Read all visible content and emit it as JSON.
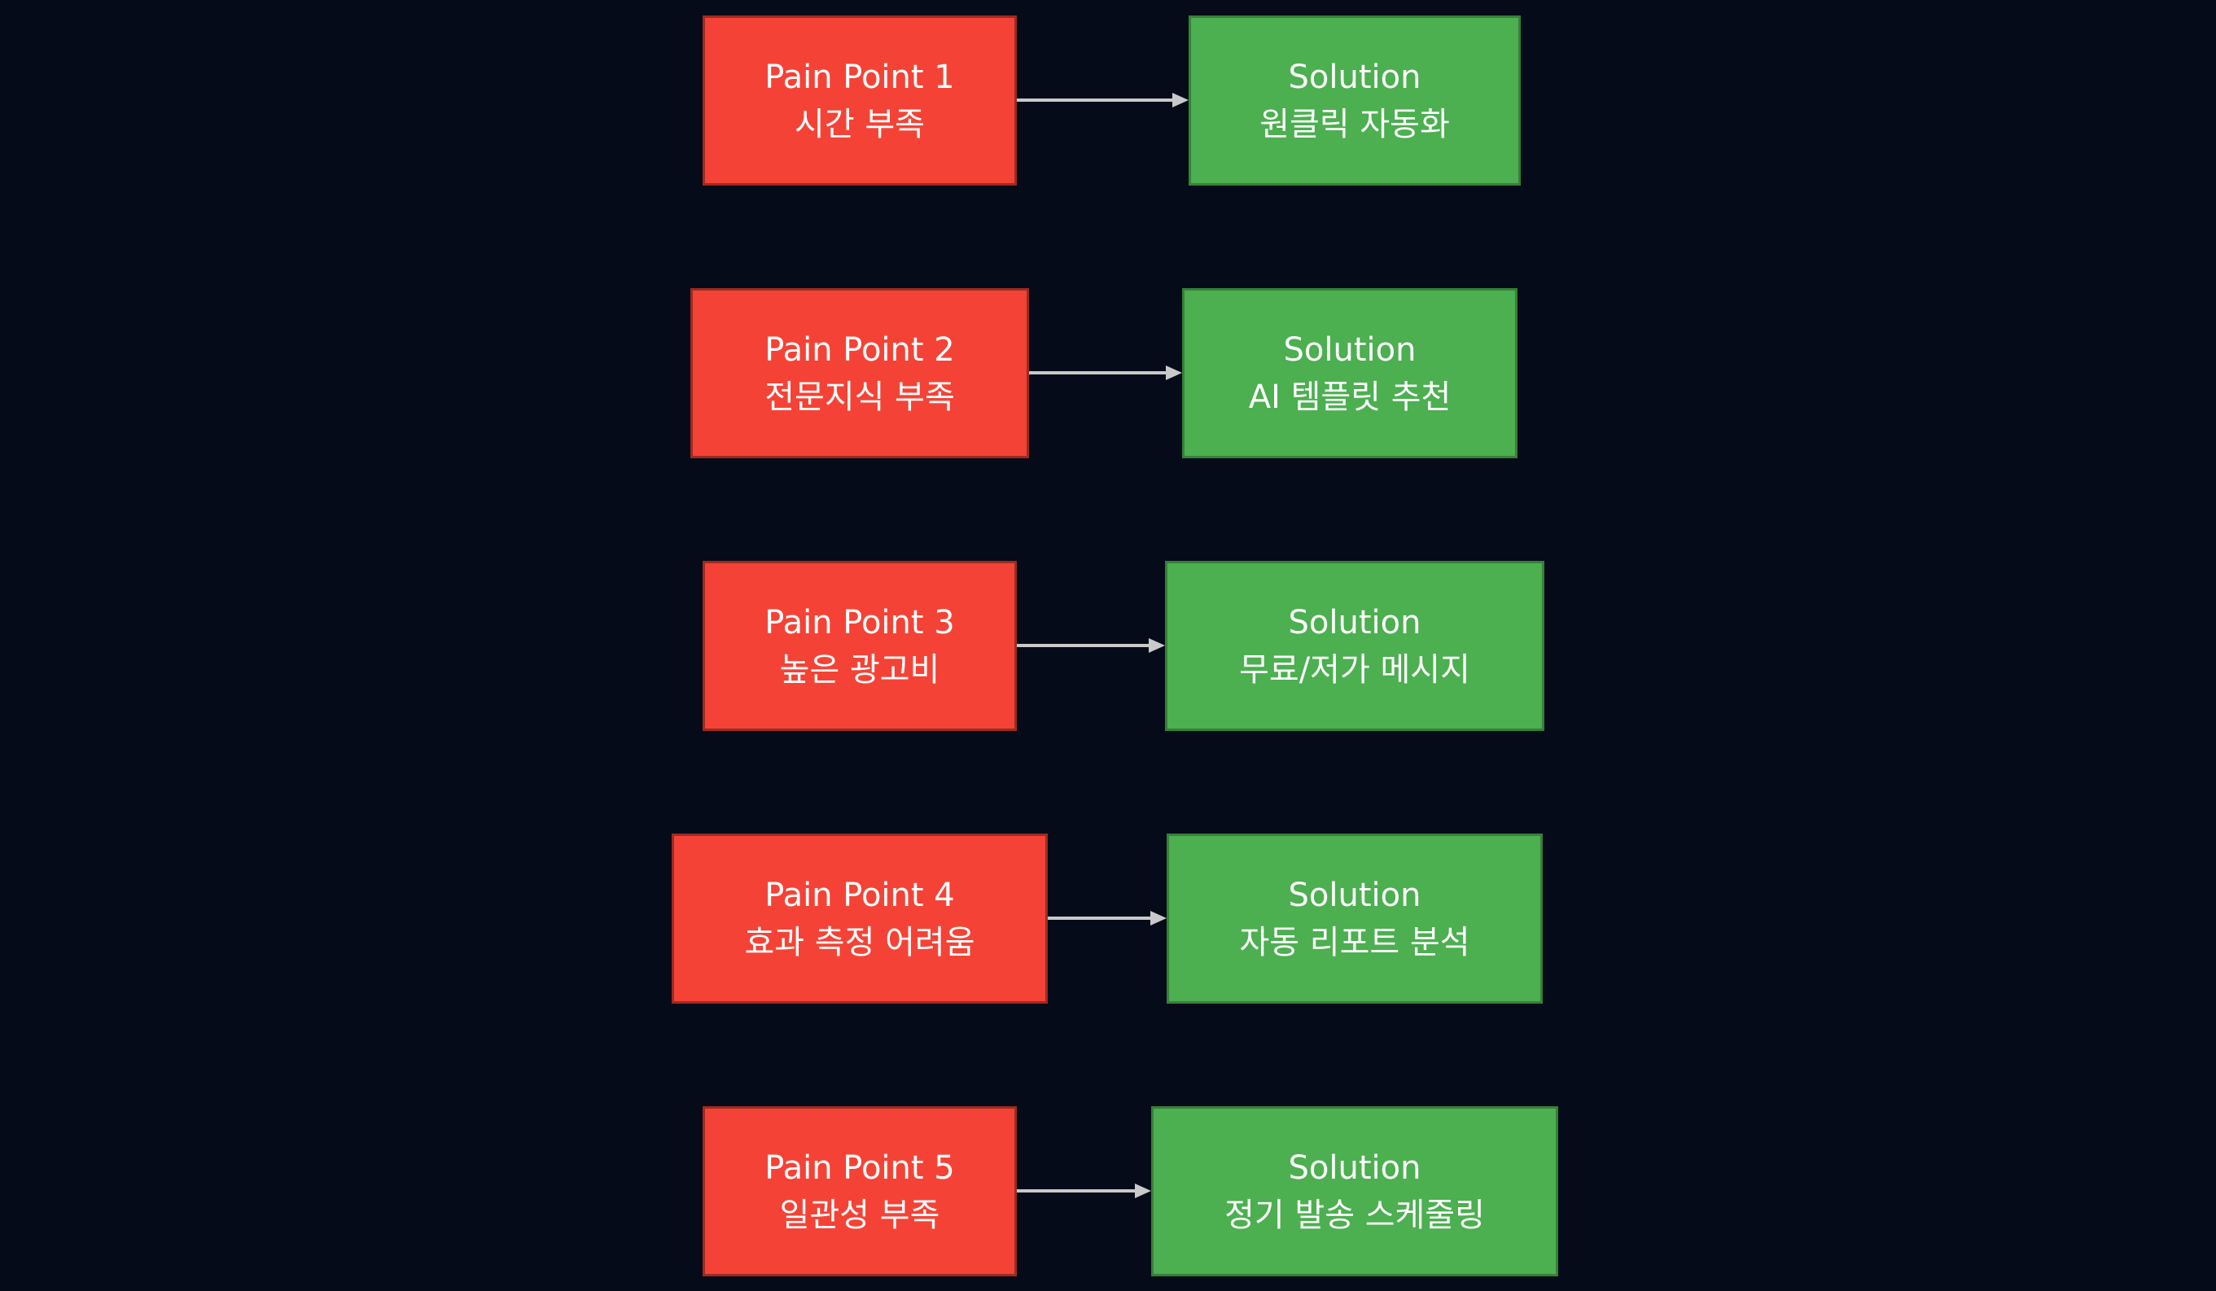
{
  "diagram": {
    "type": "pain-point-to-solution-flowchart",
    "theme": {
      "background": "#050b18",
      "pain_fill": "#f44336",
      "pain_border": "#9e2a21",
      "solution_fill": "#4caf50",
      "solution_border": "#36803a",
      "arrow_color": "#c9c9cb",
      "text_color": "#ffffff"
    },
    "rows": [
      {
        "pain": {
          "title": "Pain Point 1",
          "subtitle": "시간 부족"
        },
        "solution": {
          "title": "Solution",
          "subtitle": "원클릭 자동화"
        }
      },
      {
        "pain": {
          "title": "Pain Point 2",
          "subtitle": "전문지식 부족"
        },
        "solution": {
          "title": "Solution",
          "subtitle": "AI 템플릿 추천"
        }
      },
      {
        "pain": {
          "title": "Pain Point 3",
          "subtitle": "높은 광고비"
        },
        "solution": {
          "title": "Solution",
          "subtitle": "무료/저가 메시지"
        }
      },
      {
        "pain": {
          "title": "Pain Point 4",
          "subtitle": "효과 측정 어려움"
        },
        "solution": {
          "title": "Solution",
          "subtitle": "자동 리포트 분석"
        }
      },
      {
        "pain": {
          "title": "Pain Point 5",
          "subtitle": "일관성 부족"
        },
        "solution": {
          "title": "Solution",
          "subtitle": "정기 발송 스케줄링"
        }
      }
    ]
  }
}
